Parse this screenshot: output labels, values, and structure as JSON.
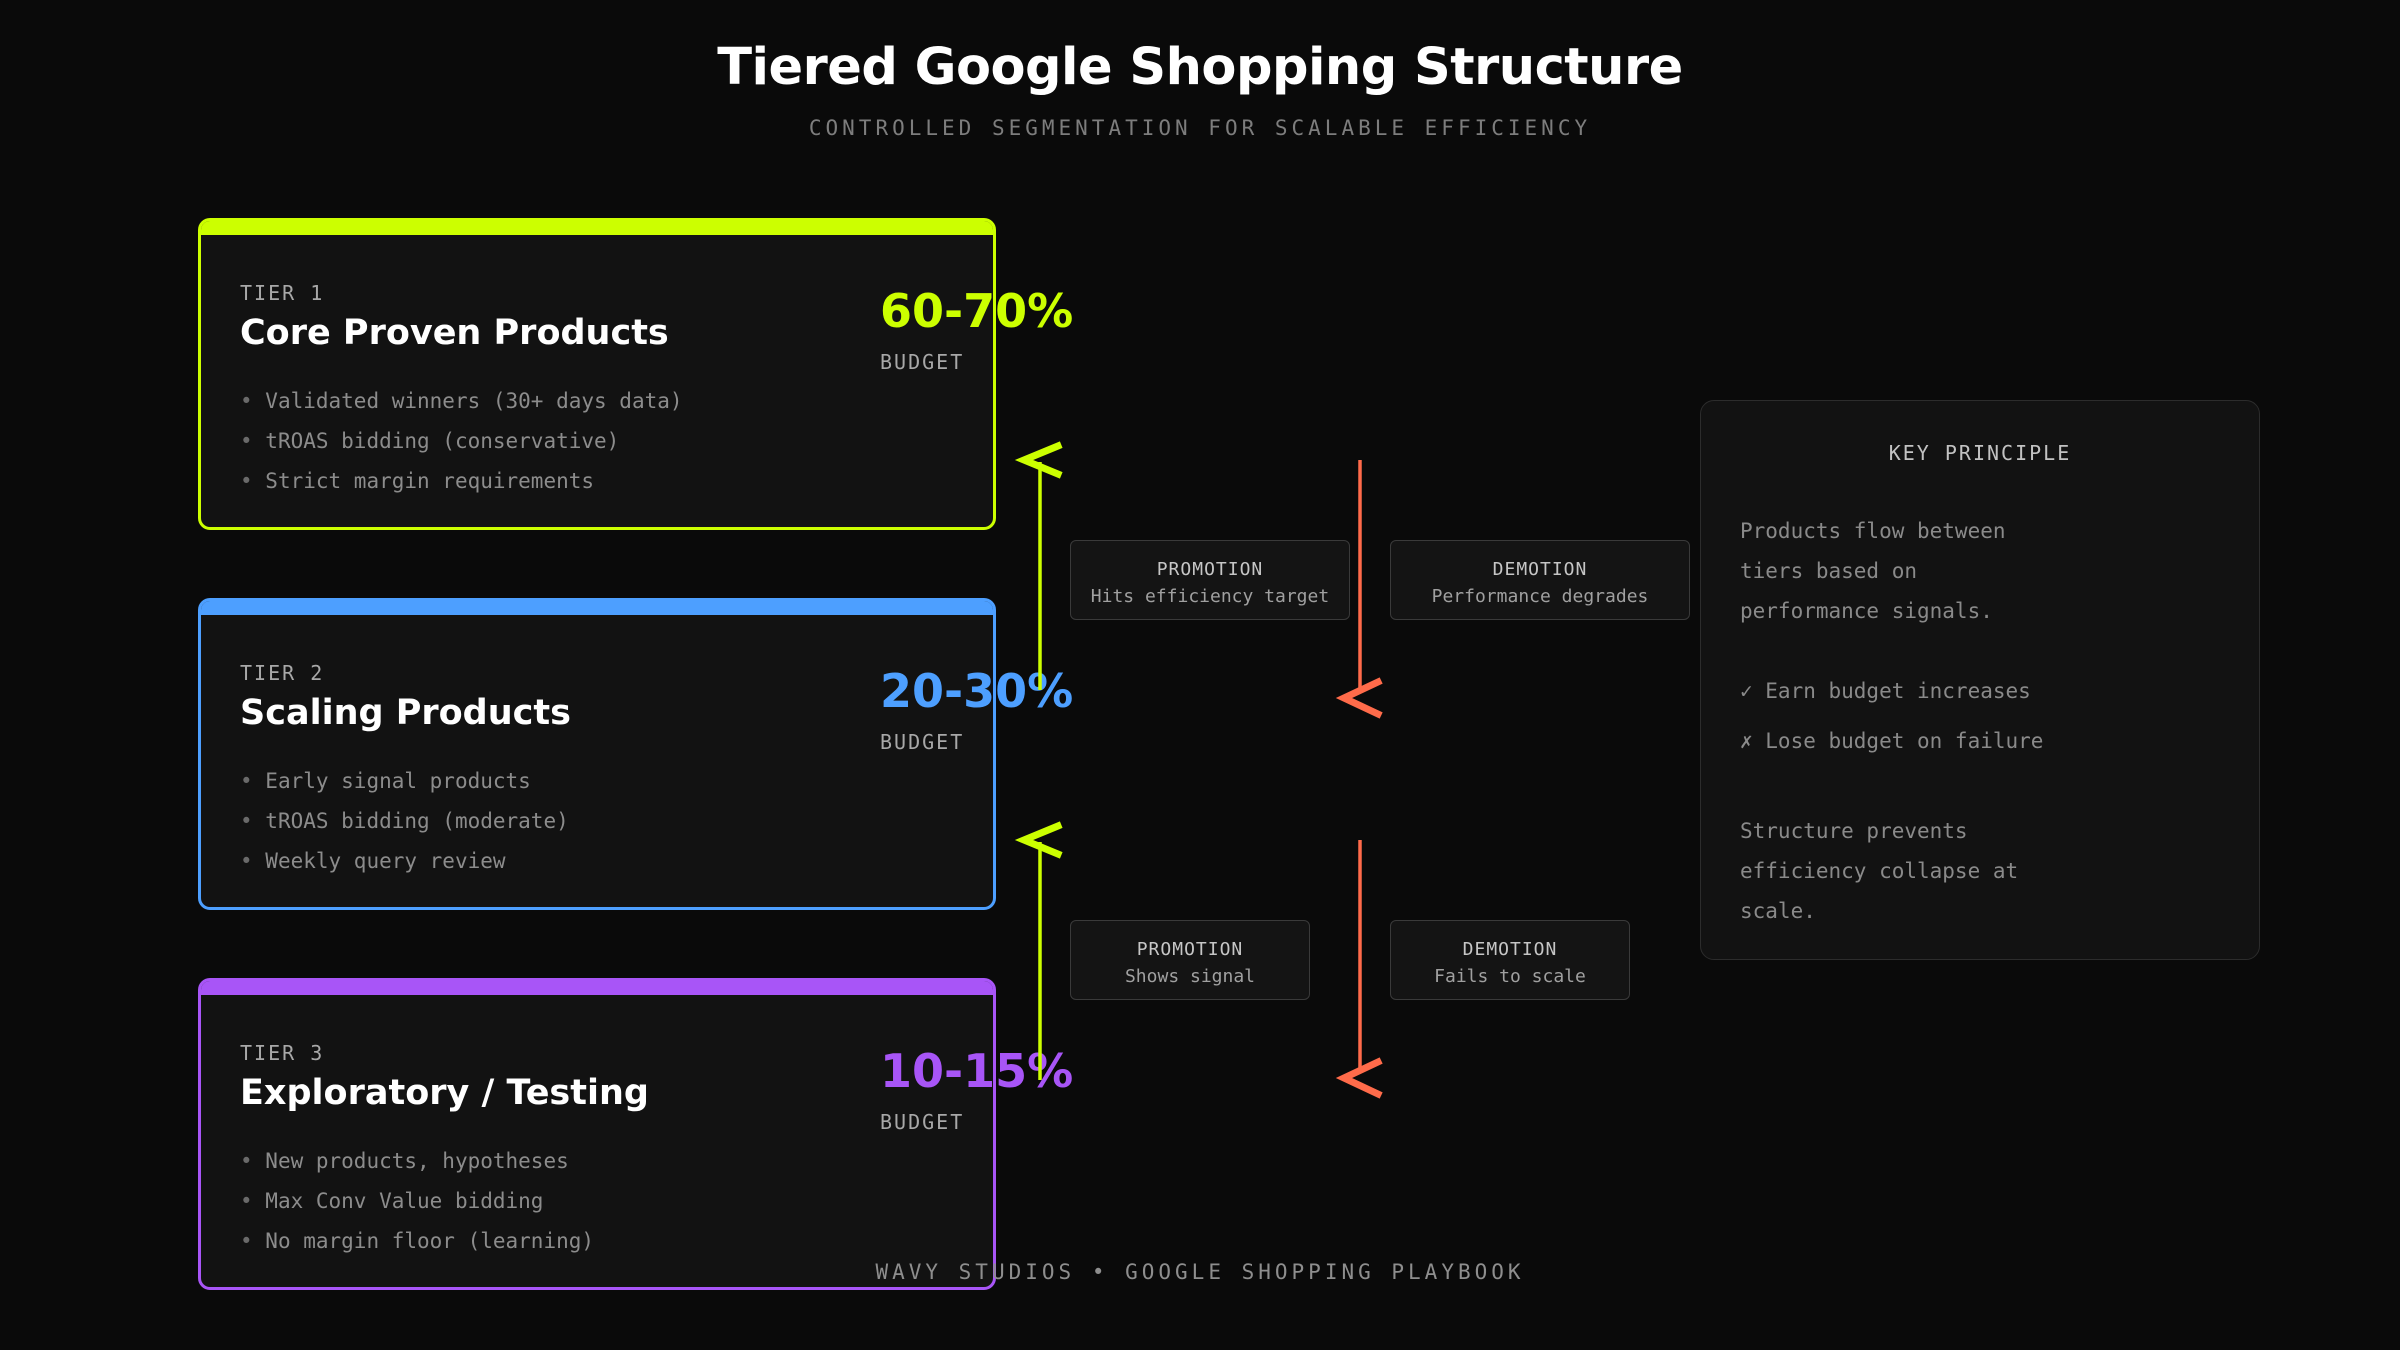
{
  "header": {
    "title": "Tiered Google Shopping Structure",
    "subtitle": "CONTROLLED SEGMENTATION FOR SCALABLE EFFICIENCY"
  },
  "tiers": [
    {
      "label": "TIER 1",
      "name": "Core Proven Products",
      "budget": "60-70%",
      "budget_label": "BUDGET",
      "color": "#ccff00",
      "bullets": [
        "Validated winners (30+ days data)",
        "tROAS bidding (conservative)",
        "Strict margin requirements"
      ]
    },
    {
      "label": "TIER 2",
      "name": "Scaling Products",
      "budget": "20-30%",
      "budget_label": "BUDGET",
      "color": "#4d9fff",
      "bullets": [
        "Early signal products",
        "tROAS bidding (moderate)",
        "Weekly query review"
      ]
    },
    {
      "label": "TIER 3",
      "name": "Exploratory / Testing",
      "budget": "10-15%",
      "budget_label": "BUDGET",
      "color": "#a855f7",
      "bullets": [
        "New products, hypotheses",
        "Max Conv Value bidding",
        "No margin floor (learning)"
      ]
    }
  ],
  "flows": {
    "upper_promotion": {
      "title": "PROMOTION",
      "desc": "Hits efficiency target"
    },
    "upper_demotion": {
      "title": "DEMOTION",
      "desc": "Performance degrades"
    },
    "lower_promotion": {
      "title": "PROMOTION",
      "desc": "Shows signal"
    },
    "lower_demotion": {
      "title": "DEMOTION",
      "desc": "Fails to scale"
    }
  },
  "arrow_colors": {
    "promotion": "#ccff00",
    "demotion": "#ff6b4a"
  },
  "key_principle": {
    "heading": "KEY PRINCIPLE",
    "body_lines": [
      "Products flow between",
      "tiers based on",
      "performance signals."
    ],
    "earn": "✓ Earn budget increases",
    "lose": "✗ Lose budget on failure",
    "closing_lines": [
      "Structure prevents",
      "efficiency collapse at",
      "scale."
    ]
  },
  "footer": "WAVY STUDIOS • GOOGLE SHOPPING PLAYBOOK"
}
